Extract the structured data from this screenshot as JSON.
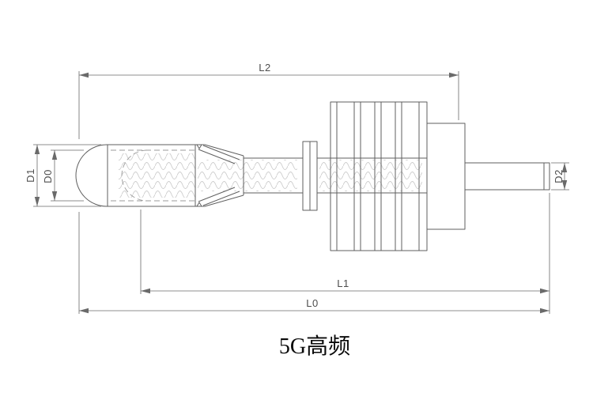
{
  "title": "5G高频",
  "labels": {
    "l2": "L2",
    "l1": "L1",
    "l0": "L0",
    "d1": "D1",
    "d0": "D0",
    "d2": "D2"
  },
  "colors": {
    "background": "#ffffff",
    "outline": "#5f5f5f",
    "hidden": "#9b9b9b",
    "spring": "#cccccc",
    "dimension": "#6a6a6a",
    "label_text": "#4d4d4d",
    "title_text": "#0a0a0a"
  }
}
